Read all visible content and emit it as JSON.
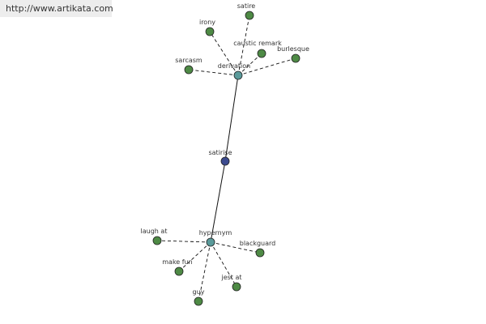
{
  "source": {
    "url_text": "http://www.artikata.com"
  },
  "graph": {
    "center": {
      "label": "satirise",
      "color": "#3c4b8f"
    },
    "relations": [
      {
        "label": "derivation",
        "color": "#5a9a9a",
        "terms": [
          "satire",
          "irony",
          "caustic remark",
          "burlesque",
          "sarcasm"
        ]
      },
      {
        "label": "hypernym",
        "color": "#5a9a9a",
        "terms": [
          "laugh at",
          "blackguard",
          "make fun",
          "jest at",
          "guy"
        ]
      }
    ],
    "term_color": "#4e8a45"
  }
}
